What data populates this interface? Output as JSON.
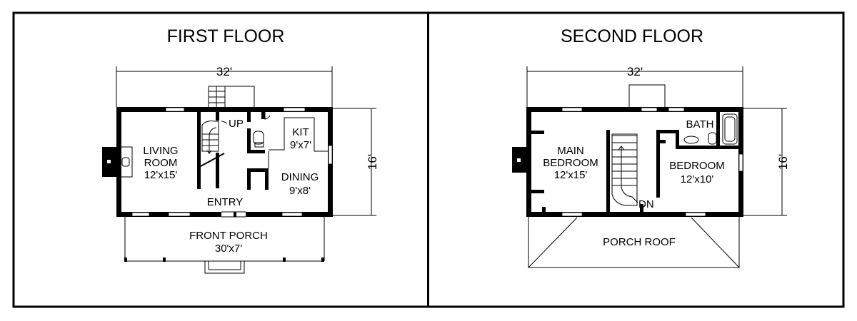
{
  "first_floor": {
    "title": "FIRST FLOOR",
    "width_dim": "32'",
    "depth_dim": "16'",
    "stairs_label": "UP",
    "rooms": {
      "living": {
        "name_line1": "LIVING",
        "name_line2": "ROOM",
        "size": "12'x15'"
      },
      "kitchen": {
        "name": "KIT",
        "size": "9'x7'"
      },
      "dining": {
        "name": "DINING",
        "size": "9'x8'"
      },
      "entry": {
        "name": "ENTRY"
      },
      "porch": {
        "name": "FRONT PORCH",
        "size": "30'x7'"
      }
    }
  },
  "second_floor": {
    "title": "SECOND FLOOR",
    "width_dim": "32'",
    "depth_dim": "16'",
    "stairs_label": "DN",
    "rooms": {
      "main_bedroom": {
        "name_line1": "MAIN",
        "name_line2": "BEDROOM",
        "size": "12'x15'"
      },
      "bedroom": {
        "name": "BEDROOM",
        "size": "12'x10'"
      },
      "bath": {
        "name": "BATH"
      },
      "porch_roof": {
        "name": "PORCH ROOF"
      }
    }
  }
}
